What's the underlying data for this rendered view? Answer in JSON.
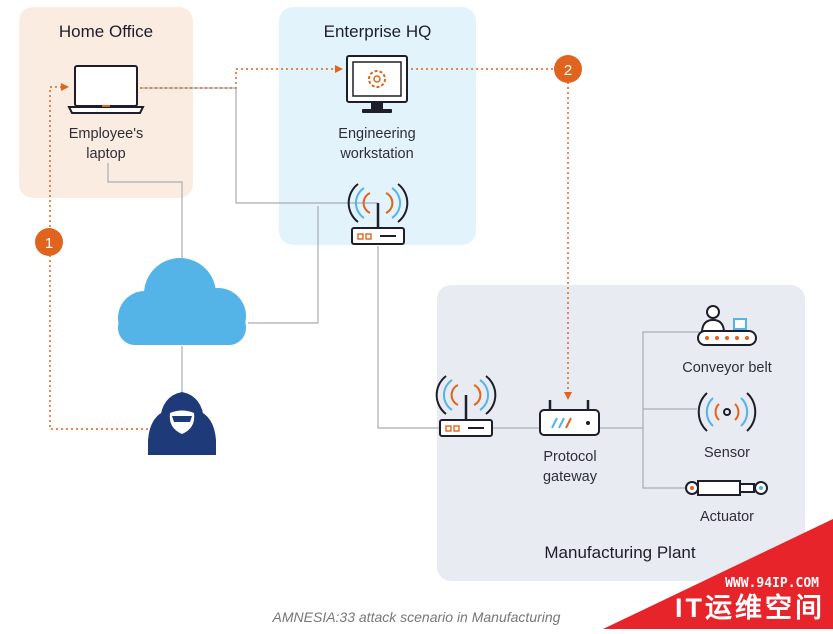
{
  "zones": {
    "home_office": "Home Office",
    "enterprise_hq": "Enterprise HQ",
    "manufacturing_plant": "Manufacturing Plant"
  },
  "nodes": {
    "laptop": "Employee's\nlaptop",
    "workstation": "Engineering\nworkstation",
    "gateway": "Protocol\ngateway",
    "conveyor": "Conveyor belt",
    "sensor": "Sensor",
    "actuator": "Actuator"
  },
  "steps": [
    "1",
    "2"
  ],
  "caption": "AMNESIA:33 attack scenario in Manufacturing",
  "watermark": {
    "url": "WWW.94IP.COM",
    "name": "IT运维空间"
  },
  "colors": {
    "home_zone": "#fbece1",
    "hq_zone": "#e3f3fc",
    "plant_zone": "#e8ebf2",
    "attack_path": "#e0641e",
    "link": "#9ea3ab",
    "cloud": "#54b4e8",
    "hacker": "#1e3a78",
    "watermark": "#e6242a"
  },
  "icons": [
    "laptop-icon",
    "workstation-icon",
    "router-icon",
    "cloud-icon",
    "hacker-icon",
    "gateway-icon",
    "conveyor-icon",
    "sensor-icon",
    "actuator-icon"
  ]
}
